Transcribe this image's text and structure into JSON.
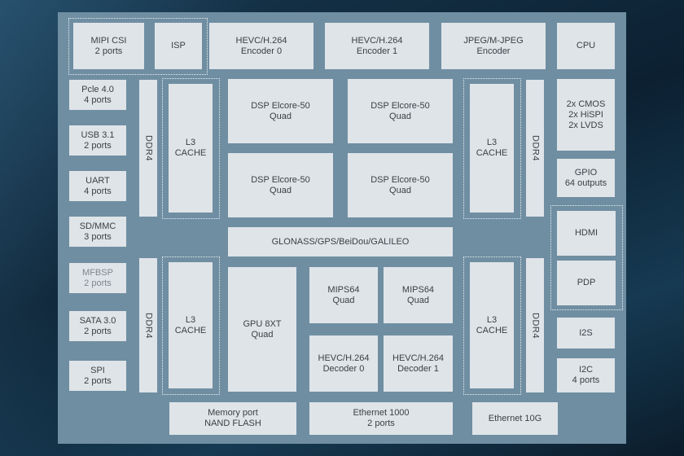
{
  "blocks": {
    "mipi_csi": {
      "line1": "MIPI CSI",
      "line2": "2 ports"
    },
    "isp": {
      "line1": "ISP"
    },
    "hevc_enc0": {
      "line1": "HEVC/H.264",
      "line2": "Encoder 0"
    },
    "hevc_enc1": {
      "line1": "HEVC/H.264",
      "line2": "Encoder 1"
    },
    "jpeg": {
      "line1": "JPEG/M-JPEG",
      "line2": "Encoder"
    },
    "cpu": {
      "line1": "CPU"
    },
    "pcie": {
      "line1": "Pcle 4.0",
      "line2": "4 ports"
    },
    "usb": {
      "line1": "USB 3.1",
      "line2": "2 ports"
    },
    "uart": {
      "line1": "UART",
      "line2": "4 ports"
    },
    "sdmmc": {
      "line1": "SD/MMC",
      "line2": "3 ports"
    },
    "mfbsp": {
      "line1": "MFBSP",
      "line2": "2 ports"
    },
    "sata": {
      "line1": "SATA 3.0",
      "line2": "2 ports"
    },
    "spi": {
      "line1": "SPI",
      "line2": "2 ports"
    },
    "ddr4": {
      "line1": "DDR4"
    },
    "l3cache": {
      "line1": "L3",
      "line2": "CACHE"
    },
    "dsp": {
      "line1": "DSP Elcore-50",
      "line2": "Quad"
    },
    "gnss": {
      "line1": "GLONASS/GPS/BeiDou/GALILEO"
    },
    "gpu": {
      "line1": "GPU 8XT",
      "line2": "Quad"
    },
    "mips": {
      "line1": "MIPS64",
      "line2": "Quad"
    },
    "hevc_dec0": {
      "line1": "HEVC/H.264",
      "line2": "Decoder 0"
    },
    "hevc_dec1": {
      "line1": "HEVC/H.264",
      "line2": "Decoder 1"
    },
    "cmos": {
      "line1": "2x CMOS",
      "line2": "2x HiSPI",
      "line3": "2x LVDS"
    },
    "gpio": {
      "line1": "GPIO",
      "line2": "64 outputs"
    },
    "hdmi": {
      "line1": "HDMI"
    },
    "pdp": {
      "line1": "PDP"
    },
    "i2s": {
      "line1": "I2S"
    },
    "i2c": {
      "line1": "I2C",
      "line2": "4 ports"
    },
    "memory": {
      "line1": "Memory port",
      "line2": "NAND FLASH"
    },
    "eth1000": {
      "line1": "Ethernet 1000",
      "line2": "2 ports"
    },
    "eth10g": {
      "line1": "Ethernet 10G"
    }
  },
  "colors": {
    "board": "#6f8ea2",
    "block": "#dfe4e8",
    "text": "#3a3f44",
    "muted_text": "#7d868d"
  }
}
